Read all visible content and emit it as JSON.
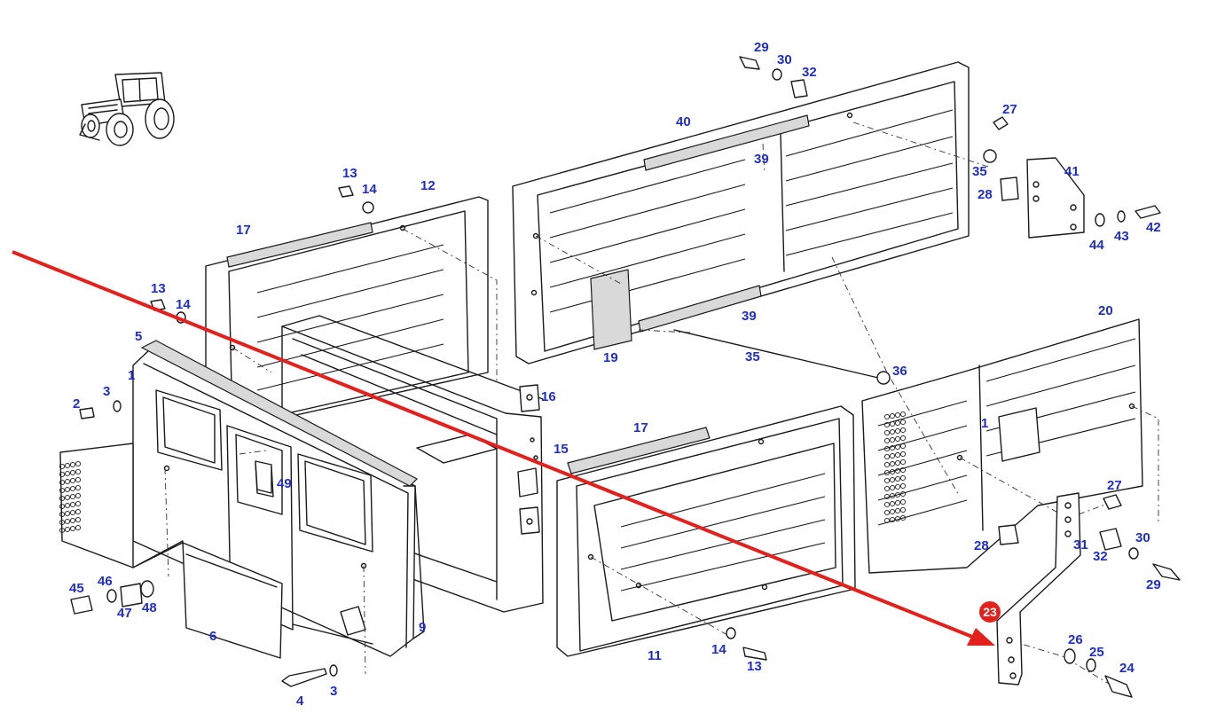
{
  "diagram": {
    "callout_color": "#1f2ec8",
    "arrow_color": "#e3201b",
    "highlight_color": "#e3201b",
    "highlighted_part": "23",
    "callouts": [
      "1",
      "1",
      "2",
      "3",
      "3",
      "4",
      "5",
      "6",
      "9",
      "11",
      "12",
      "13",
      "13",
      "13",
      "14",
      "14",
      "14",
      "15",
      "16",
      "17",
      "17",
      "19",
      "20",
      "23",
      "24",
      "25",
      "26",
      "27",
      "27",
      "28",
      "28",
      "29",
      "29",
      "30",
      "30",
      "31",
      "32",
      "32",
      "35",
      "35",
      "36",
      "39",
      "39",
      "40",
      "41",
      "42",
      "43",
      "44",
      "45",
      "46",
      "47",
      "48",
      "49"
    ]
  }
}
